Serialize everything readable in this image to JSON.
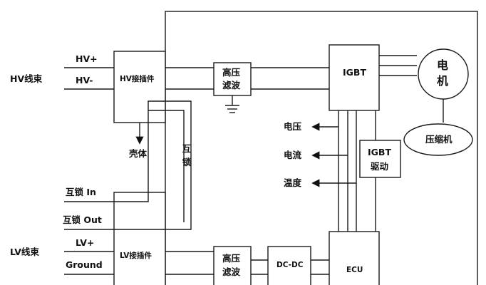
{
  "harness": {
    "hv_bundle": "HV线束",
    "lv_bundle": "LV线束",
    "hv_plus": "HV+",
    "hv_minus": "HV-",
    "interlock_in": "互锁 In",
    "interlock_out": "互锁 Out",
    "lv_plus": "LV+",
    "ground": "Ground"
  },
  "blocks": {
    "hv_connector": "HV接插件",
    "lv_connector": "LV接插件",
    "hv_filter_top": "高压",
    "hv_filter_bottom": "滤波",
    "lv_filter_top": "高压",
    "lv_filter_bottom": "滤波",
    "dcdc": "DC-DC",
    "ecu": "ECU",
    "igbt": "IGBT",
    "igbt_driver_top": "IGBT",
    "igbt_driver_bottom": "驱动",
    "motor_top": "电",
    "motor_bottom": "机",
    "compressor": "压缩机"
  },
  "labels": {
    "housing": "壳体",
    "interlock_v1": "互",
    "interlock_v2": "锁",
    "voltage": "电压",
    "current": "电流",
    "temperature": "温度"
  }
}
